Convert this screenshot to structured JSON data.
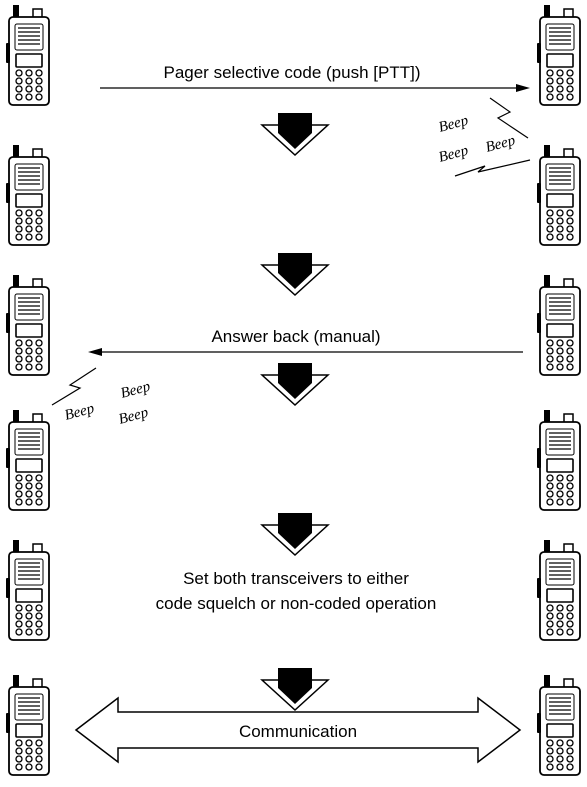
{
  "steps": {
    "pager": "Pager selective code (push [PTT])",
    "answer": "Answer back (manual)",
    "set_line1": "Set both transceivers to either",
    "set_line2": "code squelch or non-coded operation",
    "communication": "Communication"
  },
  "sound": {
    "right_beep_1": "Beep",
    "right_beep_2": "Beep",
    "right_beep_3": "Beep",
    "left_beep_1": "Beep",
    "left_beep_2": "Beep",
    "left_beep_3": "Beep"
  }
}
